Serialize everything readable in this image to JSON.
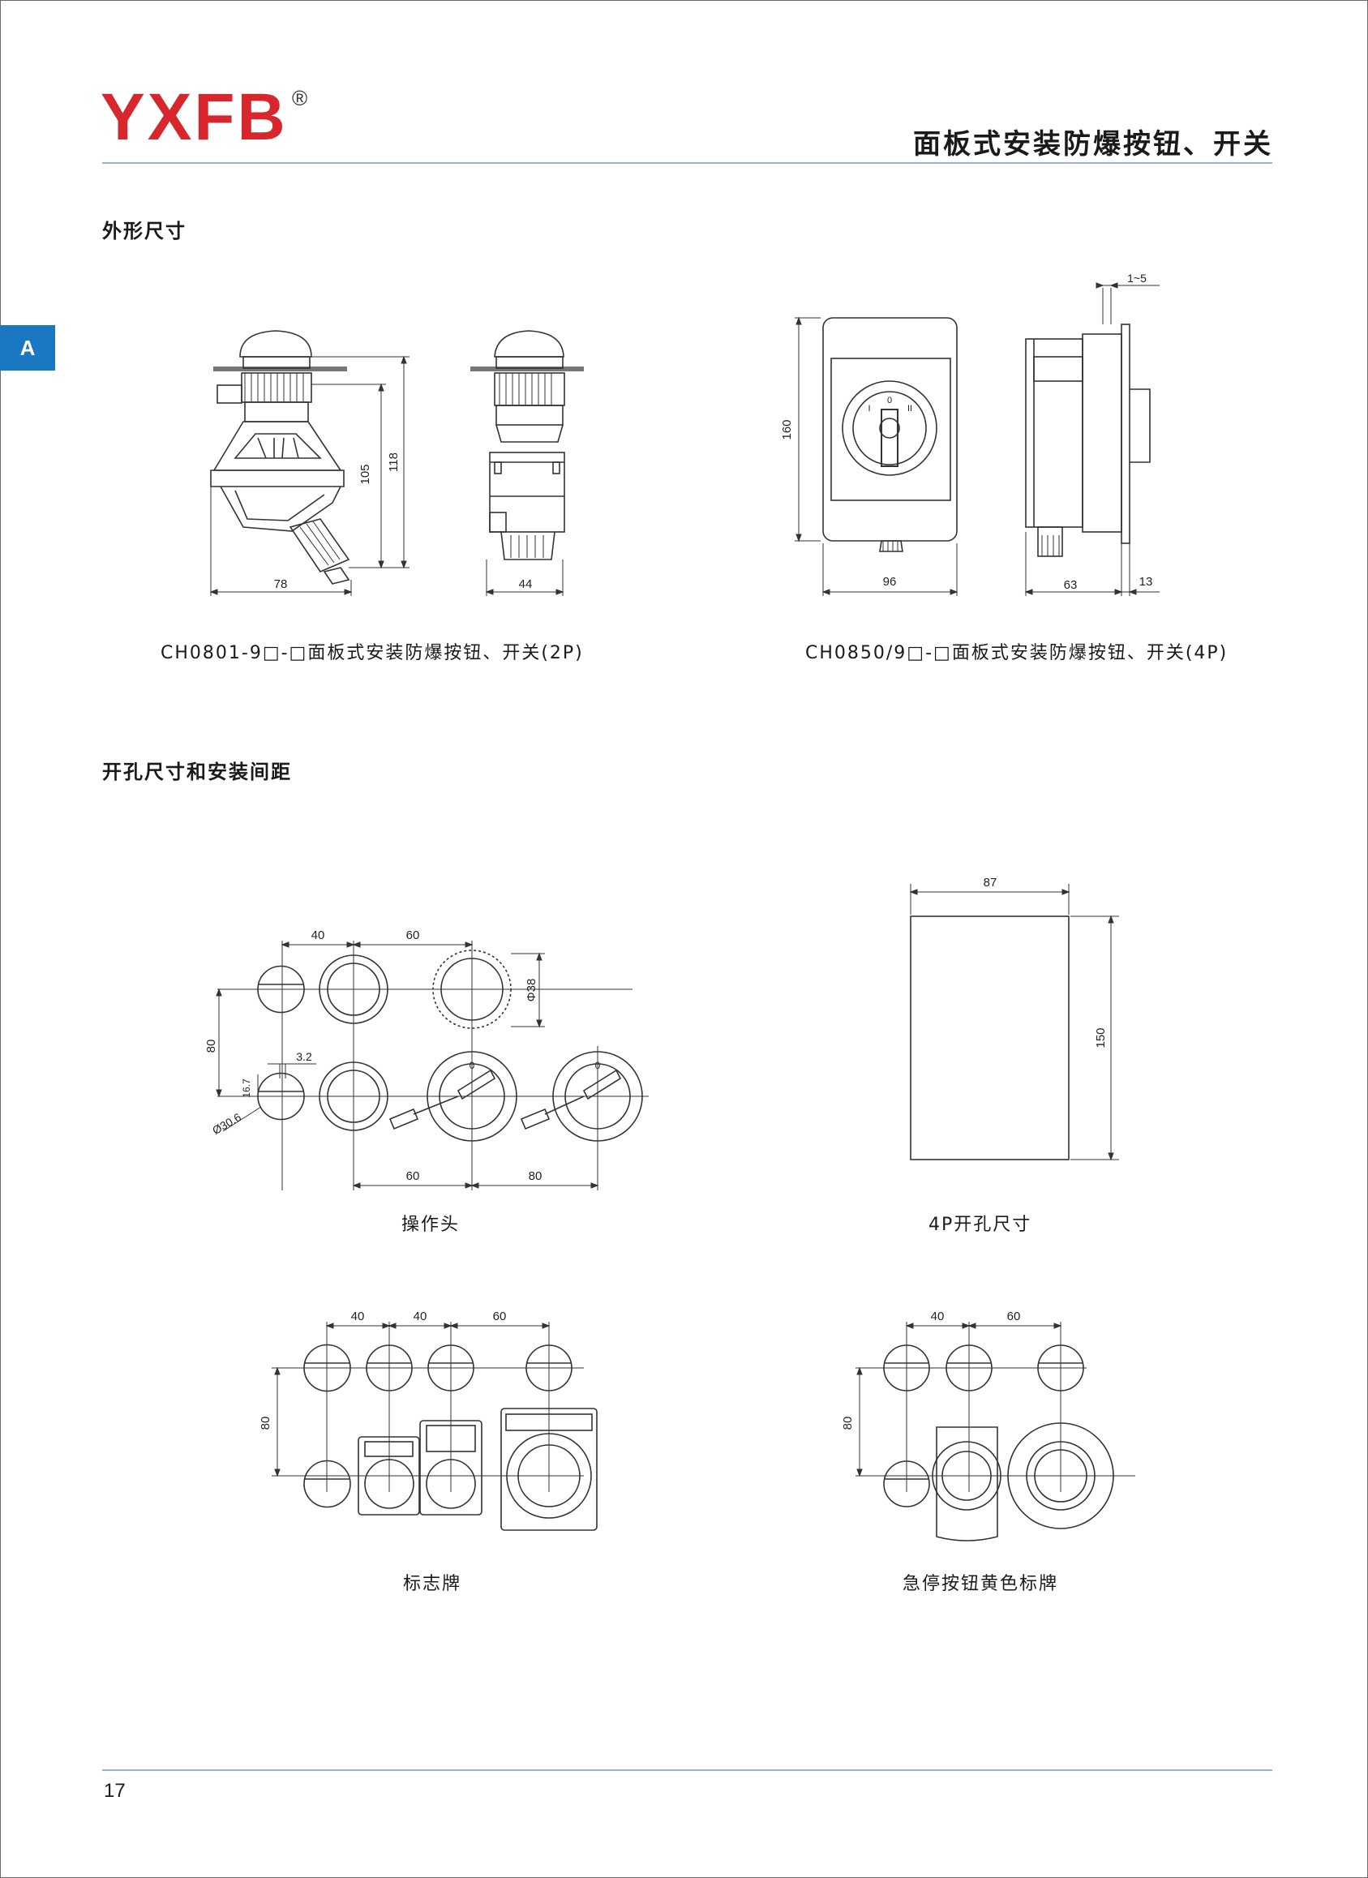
{
  "header": {
    "logo": "YXFB",
    "registered_mark": "®",
    "title": "面板式安装防爆按钮、开关",
    "section_tab": "A"
  },
  "sections": {
    "outline": "外形尺寸",
    "cutout": "开孔尺寸和安装间距"
  },
  "captions": {
    "ch0801": "CH0801-9□-□面板式安装防爆按钮、开关(2P)",
    "ch0850": "CH0850/9□-□面板式安装防爆按钮、开关(4P)",
    "operator_head": "操作头",
    "cutout_4p": "4P开孔尺寸",
    "nameplate": "标志牌",
    "estop_yellow_plate": "急停按钮黄色标牌"
  },
  "dimensions": {
    "ch0801_width": "78",
    "ch0801_h105": "105",
    "ch0801_h118": "118",
    "ch0801_side_width": "44",
    "ch0850_height": "160",
    "ch0850_width": "96",
    "ch0850_depth": "63",
    "ch0850_panel": "13",
    "ch0850_gap": "1~5",
    "op_40": "40",
    "op_60_top": "60",
    "op_d38": "Φ38",
    "op_80_v": "80",
    "op_3_2": "3.2",
    "op_16_7": "16.7",
    "op_d30_6": "Ø30.6",
    "op_60_bottom": "60",
    "op_80_bottom": "80",
    "cut4p_87": "87",
    "cut4p_150": "150",
    "np_40a": "40",
    "np_40b": "40",
    "np_60": "60",
    "np_80": "80",
    "es_40": "40",
    "es_60": "60",
    "es_80": "80"
  },
  "dial_labels": {
    "left": "I",
    "zero": "0",
    "right": "II"
  },
  "footer": {
    "page_number": "17"
  },
  "colors": {
    "brand_red": "#d8262d",
    "tab_blue": "#1a78c2",
    "rule": "#9bb2c8"
  }
}
